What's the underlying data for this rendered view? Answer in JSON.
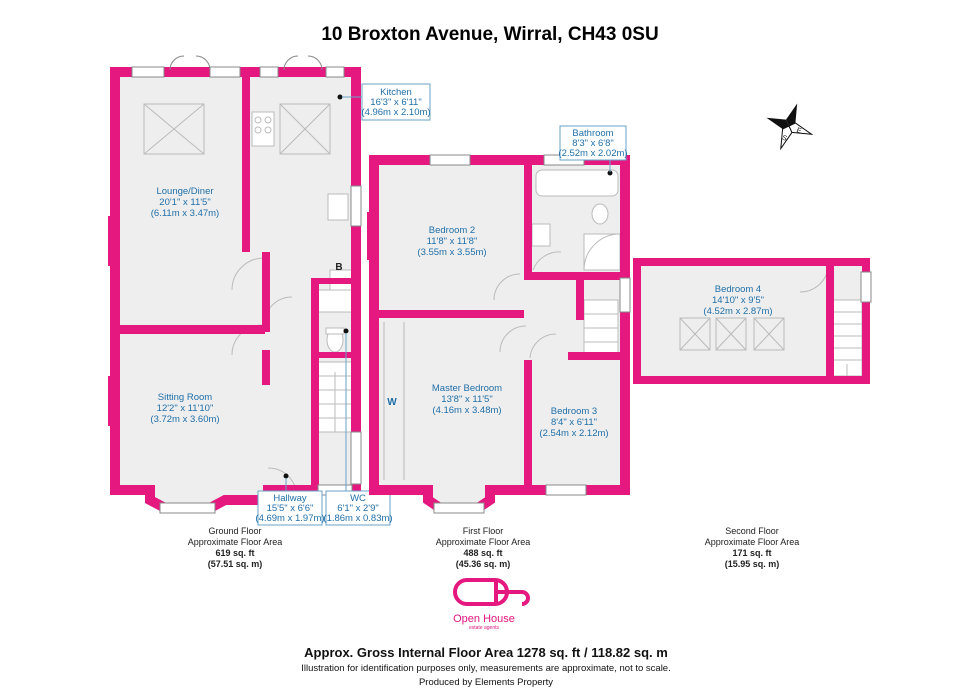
{
  "title": "10 Broxton Avenue, Wirral, CH43 0SU",
  "colors": {
    "wall": "#e5187f",
    "label_text": "#1f6fa8",
    "room_fill": "#eeeeee",
    "box_border": "#6aa3c8"
  },
  "rooms": [
    {
      "id": "kitchen",
      "name": "Kitchen",
      "imperial": "16'3\" x 6'11\"",
      "metric": "(4.96m x 2.10m)"
    },
    {
      "id": "lounge",
      "name": "Lounge/Diner",
      "imperial": "20'1\" x 11'5\"",
      "metric": "(6.11m x 3.47m)"
    },
    {
      "id": "sitting",
      "name": "Sitting Room",
      "imperial": "12'2\" x 11'10\"",
      "metric": "(3.72m x 3.60m)"
    },
    {
      "id": "hallway",
      "name": "Hallway",
      "imperial": "15'5\" x 6'6\"",
      "metric": "(4.69m x 1.97m)"
    },
    {
      "id": "wc",
      "name": "WC",
      "imperial": "6'1\" x 2'9\"",
      "metric": "(1.86m x 0.83m)"
    },
    {
      "id": "bathroom",
      "name": "Bathroom",
      "imperial": "8'3\" x 6'8\"",
      "metric": "(2.52m x 2.02m)"
    },
    {
      "id": "bedroom2",
      "name": "Bedroom 2",
      "imperial": "11'8\" x 11'8\"",
      "metric": "(3.55m x 3.55m)"
    },
    {
      "id": "master",
      "name": "Master Bedroom",
      "imperial": "13'8\" x 11'5\"",
      "metric": "(4.16m x 3.48m)"
    },
    {
      "id": "bedroom3",
      "name": "Bedroom 3",
      "imperial": "8'4\" x 6'11\"",
      "metric": "(2.54m x 2.12m)"
    },
    {
      "id": "bedroom4",
      "name": "Bedroom 4",
      "imperial": "14'10\" x 9'5\"",
      "metric": "(4.52m x 2.87m)"
    }
  ],
  "markers": {
    "boiler": "B",
    "wardrobe": "W"
  },
  "compass": {
    "n": "N",
    "e": "E",
    "s": "S",
    "w": "W"
  },
  "floors": [
    {
      "id": "ground",
      "name": "Ground Floor",
      "caption": "Approximate Floor Area",
      "sqft": "619 sq. ft",
      "sqm": "(57.51 sq. m)"
    },
    {
      "id": "first",
      "name": "First Floor",
      "caption": "Approximate Floor Area",
      "sqft": "488 sq. ft",
      "sqm": "(45.36 sq. m)"
    },
    {
      "id": "second",
      "name": "Second Floor",
      "caption": "Approximate Floor Area",
      "sqft": "171 sq. ft",
      "sqm": "(15.95 sq. m)"
    }
  ],
  "logo": {
    "name": "Open House",
    "tagline": "estate agents"
  },
  "gross_area": "Approx. Gross Internal Floor Area 1278 sq. ft / 118.82 sq. m",
  "disclaimer": "Illustration for identification purposes only, measurements are approximate, not to scale.",
  "producer": "Produced by Elements Property"
}
